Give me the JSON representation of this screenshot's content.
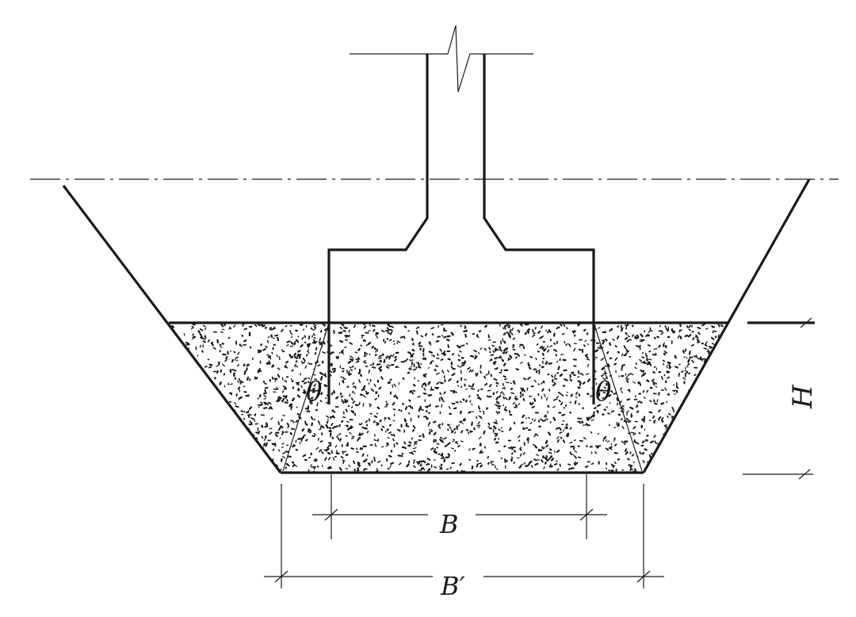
{
  "labels": {
    "theta_left": "θ",
    "theta_right": "θ",
    "width_B": "B",
    "width_B_prime": "B′",
    "height_H": "H"
  },
  "colors": {
    "line": "#1a1a1a",
    "fill_dots": "#1a1a1a",
    "background": "#ffffff"
  }
}
